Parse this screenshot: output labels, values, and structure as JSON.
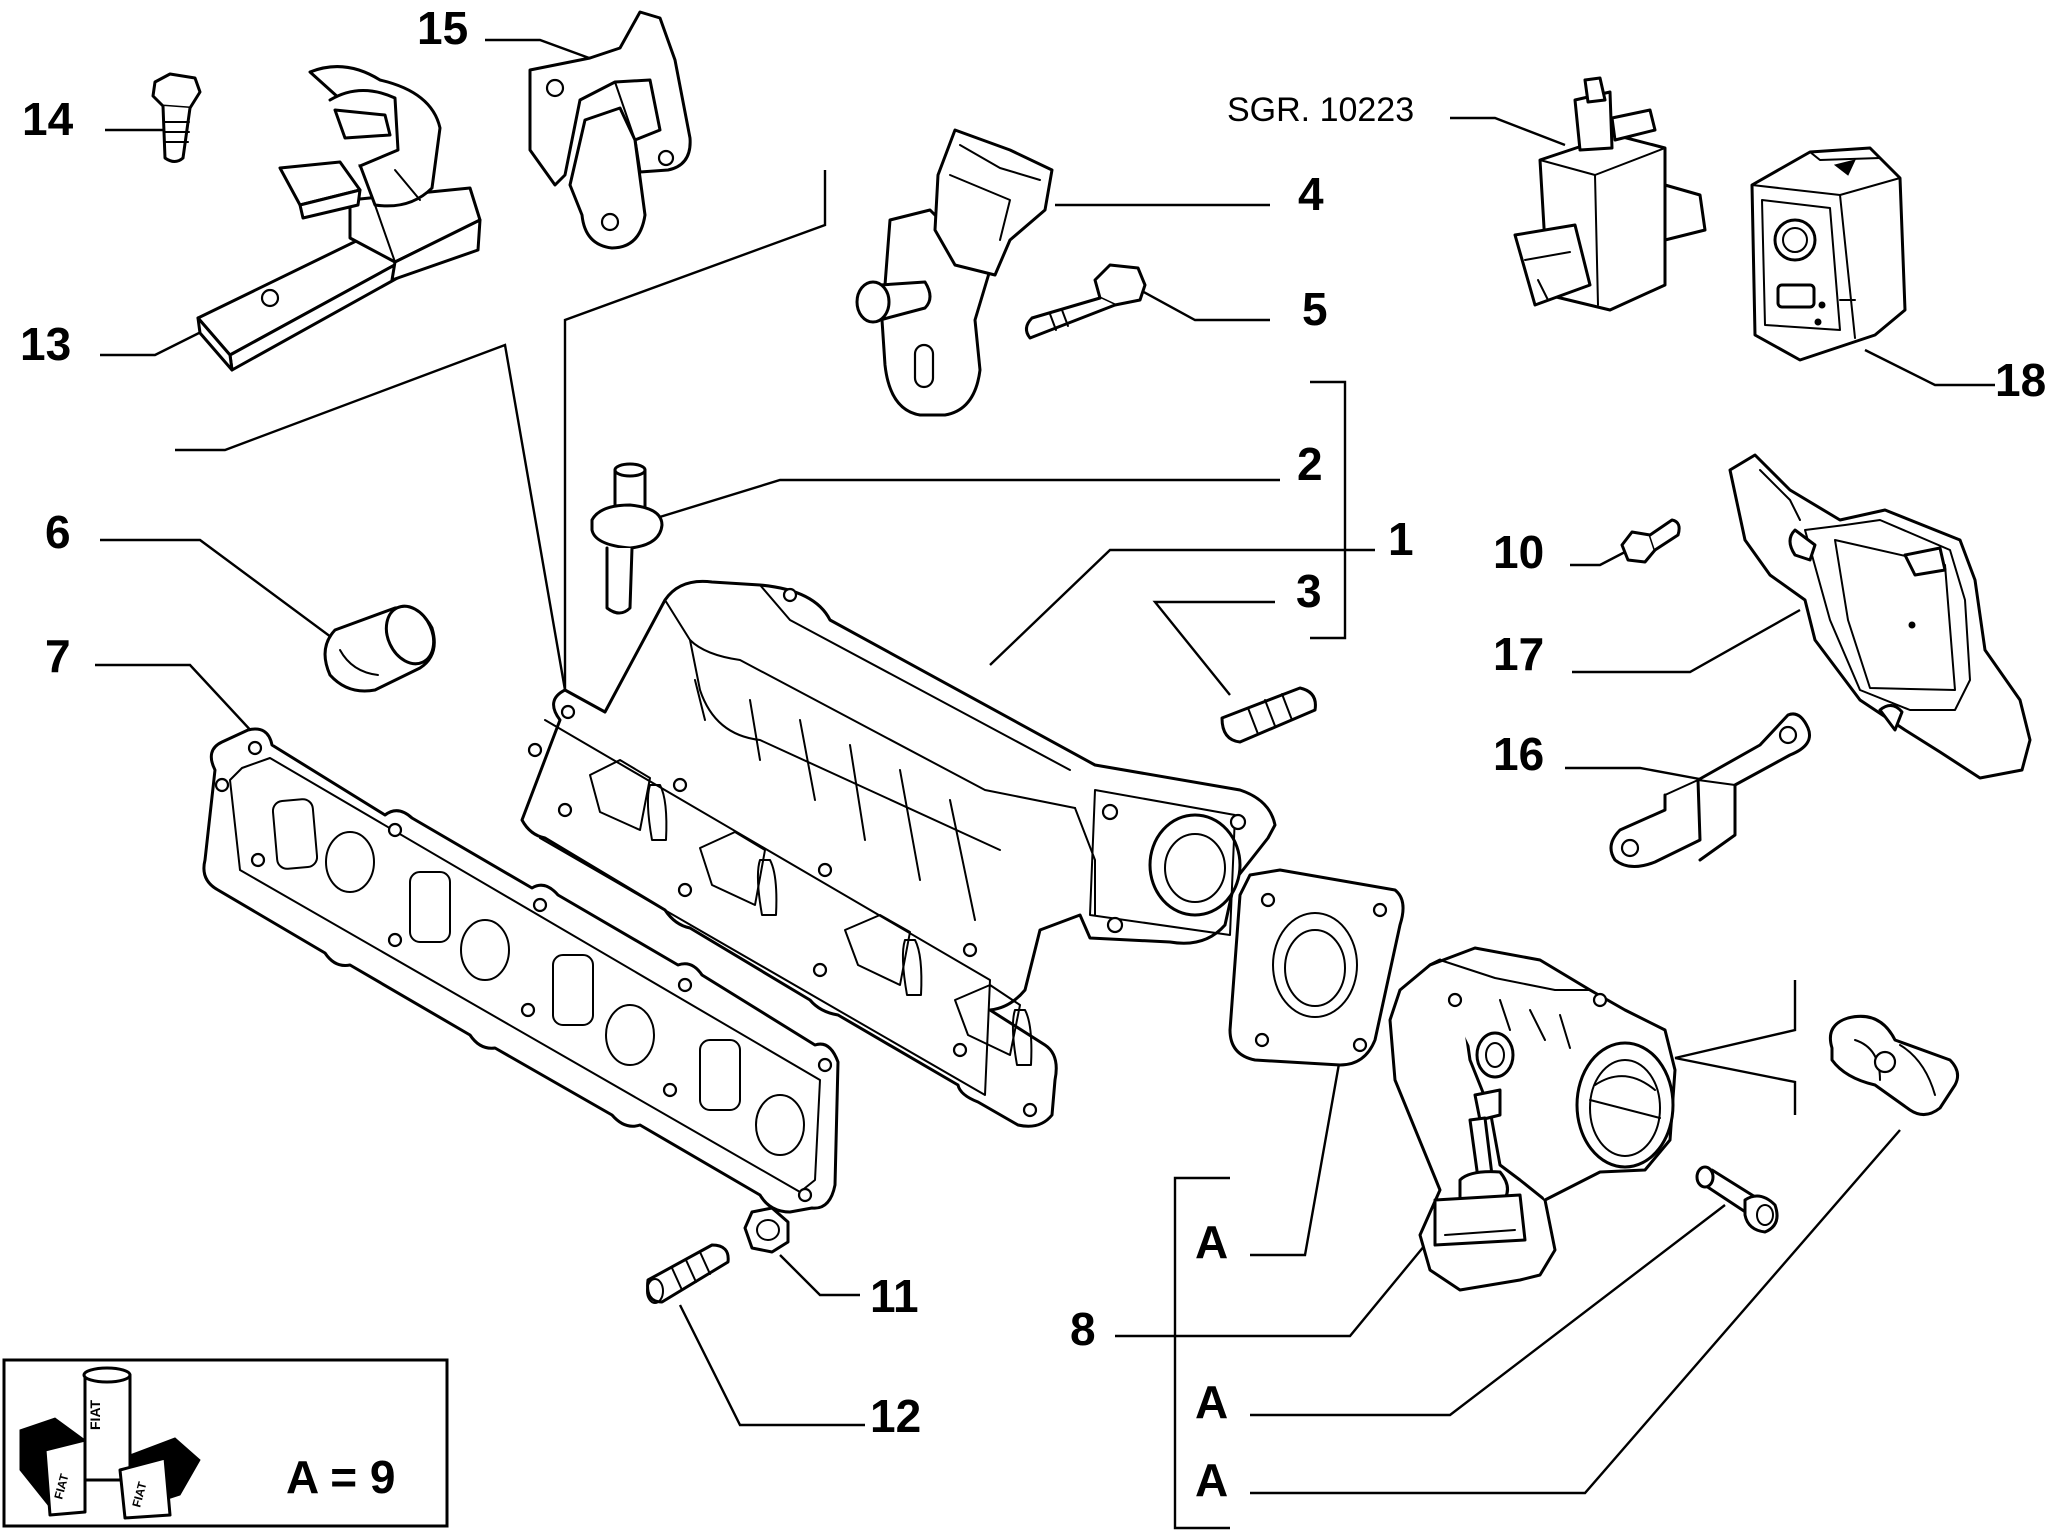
{
  "diagram": {
    "callouts": [
      "15",
      "14",
      "13",
      "6",
      "7",
      "4",
      "5",
      "2",
      "1",
      "3",
      "10",
      "17",
      "16",
      "18",
      "11",
      "12",
      "8"
    ],
    "group_marker": "A",
    "ref_label": "SGR. 10223",
    "legend": {
      "text": "A = 9",
      "icon": "fiat-sealant-tube-icon",
      "icon_text": "FIAT"
    }
  }
}
